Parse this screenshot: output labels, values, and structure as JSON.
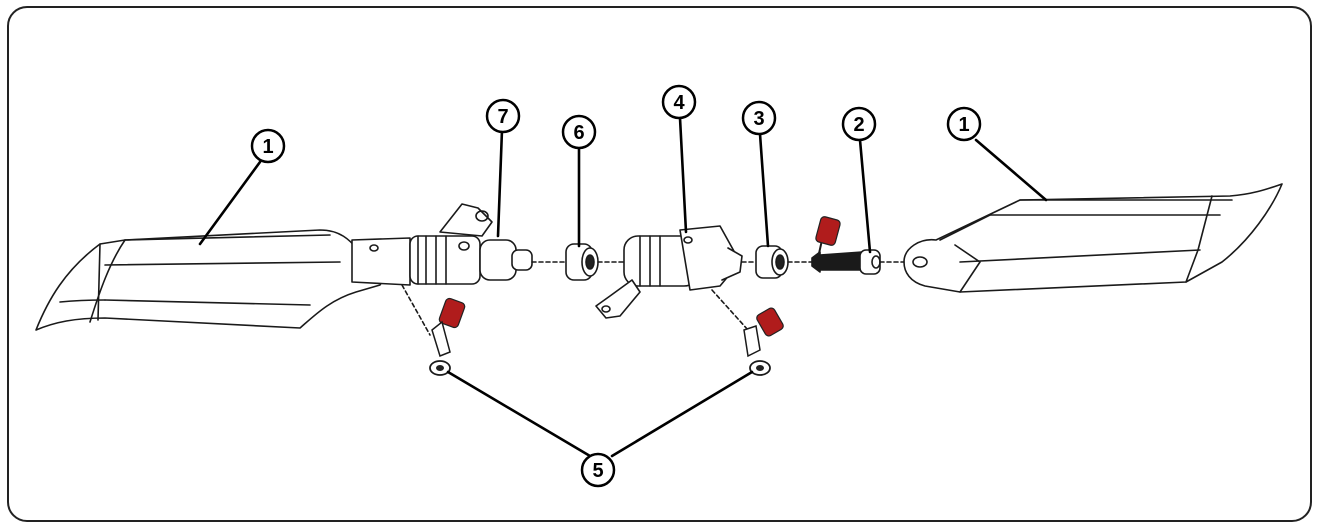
{
  "diagram": {
    "type": "exploded-assembly",
    "callouts": [
      {
        "id": "c1a",
        "label": "1"
      },
      {
        "id": "c7",
        "label": "7"
      },
      {
        "id": "c6",
        "label": "6"
      },
      {
        "id": "c4",
        "label": "4"
      },
      {
        "id": "c3",
        "label": "3"
      },
      {
        "id": "c2",
        "label": "2"
      },
      {
        "id": "c1b",
        "label": "1"
      },
      {
        "id": "c5",
        "label": "5"
      }
    ],
    "colors": {
      "outline": "#1a1a1a",
      "screw_cap": "#b01c1c",
      "screw_cap_shade": "#7a1010",
      "background": "#ffffff"
    }
  }
}
